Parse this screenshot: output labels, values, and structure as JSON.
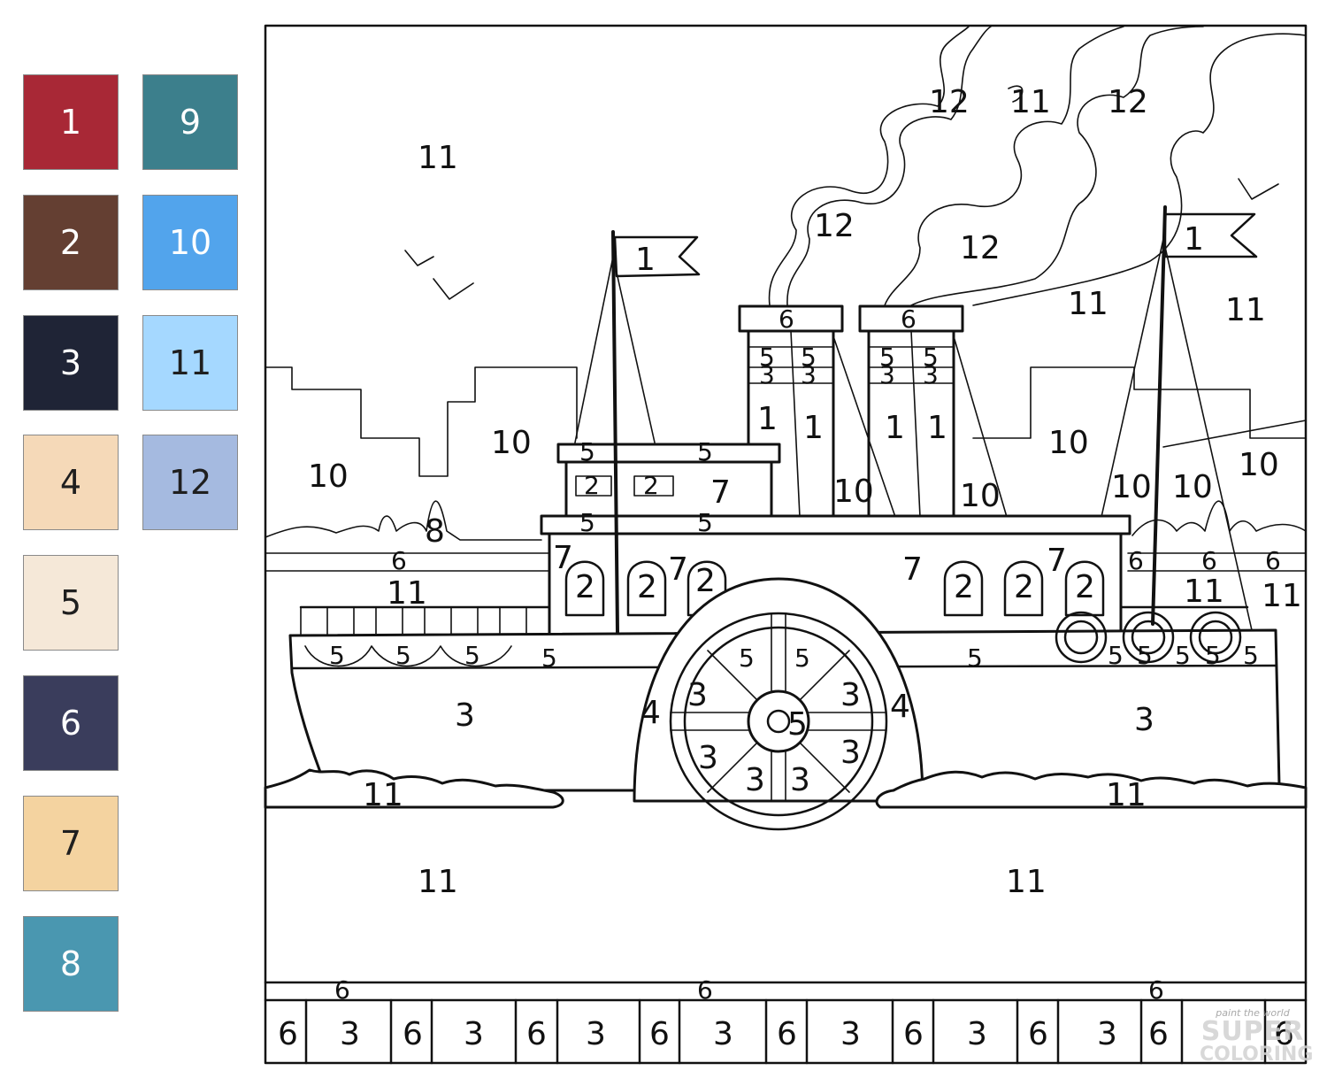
{
  "palette": [
    {
      "label": "1",
      "color": "#a82836"
    },
    {
      "label": "2",
      "color": "#643f32"
    },
    {
      "label": "3",
      "color": "#1f2436"
    },
    {
      "label": "4",
      "color": "#f5d9b8"
    },
    {
      "label": "5",
      "color": "#f5e8d8"
    },
    {
      "label": "6",
      "color": "#3a3d5c"
    },
    {
      "label": "7",
      "color": "#f4d3a0"
    },
    {
      "label": "8",
      "color": "#4a97b0"
    },
    {
      "label": "9",
      "color": "#3c7f8c"
    },
    {
      "label": "10",
      "color": "#52a4ec"
    },
    {
      "label": "11",
      "color": "#a5d8ff"
    },
    {
      "label": "12",
      "color": "#a5bae0"
    }
  ],
  "regions": [
    "11",
    "12",
    "11",
    "12",
    "12",
    "12",
    "11",
    "11",
    "10",
    "10",
    "10",
    "10",
    "10",
    "10",
    "1",
    "1",
    "6",
    "6",
    "5",
    "5",
    "5",
    "5",
    "3",
    "3",
    "3",
    "3",
    "1",
    "1",
    "1",
    "1",
    "5",
    "5",
    "2",
    "2",
    "7",
    "10",
    "10",
    "5",
    "5",
    "8",
    "6",
    "6",
    "6",
    "6",
    "7",
    "7",
    "7",
    "7",
    "2",
    "2",
    "2",
    "2",
    "2",
    "2",
    "11",
    "11",
    "11",
    "5",
    "5",
    "5",
    "5",
    "5",
    "5",
    "5",
    "5",
    "5",
    "5",
    "5",
    "5",
    "3",
    "3",
    "4",
    "4",
    "5",
    "3",
    "3",
    "3",
    "3",
    "3",
    "3",
    "11",
    "11",
    "11",
    "11",
    "6",
    "6",
    "6",
    "6",
    "3",
    "6",
    "3",
    "6",
    "3",
    "6",
    "3",
    "6",
    "3",
    "6",
    "3",
    "6",
    "3",
    "6",
    "6"
  ],
  "watermark": {
    "tagline": "paint the world",
    "word1": "SUPER",
    "word2": "COLORING"
  }
}
